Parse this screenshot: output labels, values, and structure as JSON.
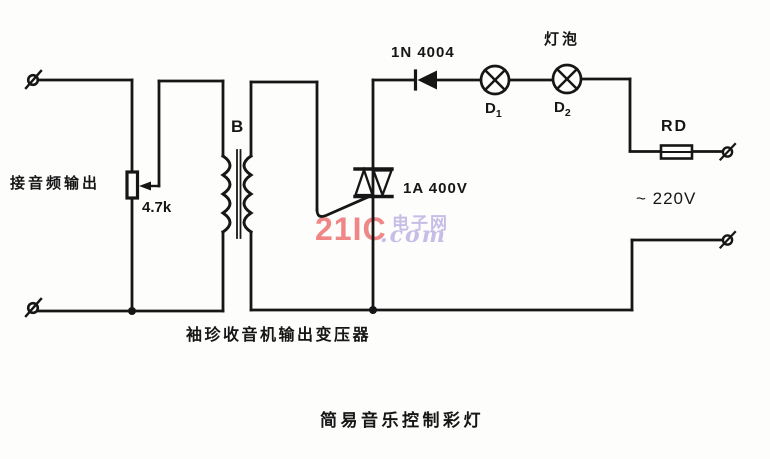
{
  "page": {
    "background_color": "#fdfdfc",
    "ink_color": "#161616",
    "kind": "scanned schematic"
  },
  "title": "简易音乐控制彩灯",
  "watermark": {
    "brand": "21IC",
    "site": "电子网",
    "domain": ".com",
    "brand_color": "#ef8787",
    "accent_color": "#c7bde7"
  },
  "components": {
    "audio_input_label": "接音频输出",
    "potentiometer_value": "4.7k",
    "transformer_label": "B",
    "transformer_caption": "袖珍收音机输出变压器",
    "diode_part": "1N 4004",
    "lamps_caption": "灯泡",
    "lamp1": {
      "base": "D",
      "sub": "1"
    },
    "lamp2": {
      "base": "D",
      "sub": "2"
    },
    "triac_rating": "1A 400V",
    "fuse_label": "RD",
    "mains_voltage": "~ 220V"
  }
}
